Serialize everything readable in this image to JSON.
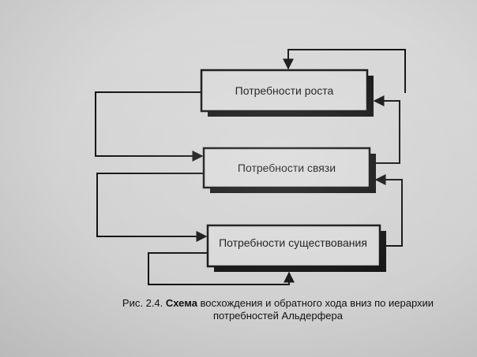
{
  "diagram": {
    "boxes": [
      {
        "id": "growth",
        "label": "Потребности роста"
      },
      {
        "id": "relatedness",
        "label": "Потребности связи"
      },
      {
        "id": "existence",
        "label": "Потребности существования"
      }
    ]
  },
  "caption": {
    "label": "Рис. 2.4.",
    "bold_word": "Схема",
    "text_line1": "восхождения и обратного хода вниз по иерархии",
    "text_line2": "потребностей Альдерфера"
  },
  "colors": {
    "background": "#d4d4d4",
    "box_fill": "#d8d8d8",
    "line": "#111111"
  }
}
